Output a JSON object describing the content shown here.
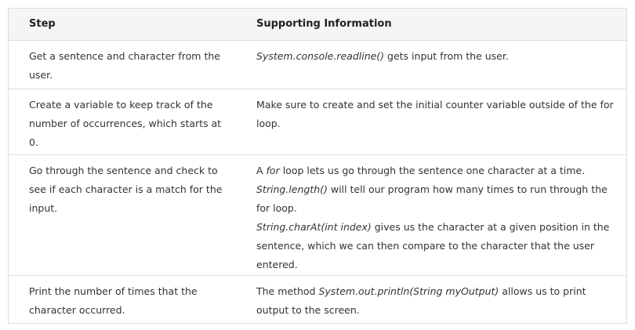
{
  "table": {
    "headers": {
      "step": "Step",
      "info": "Supporting Information"
    },
    "rows": [
      {
        "step": "Get a sentence and character from the user.",
        "info": [
          {
            "code": "System.console.readline()",
            "text": " gets input from the user."
          }
        ]
      },
      {
        "step": "Create a variable to keep track of the number of occurrences, which starts at 0.",
        "info": [
          {
            "code": "",
            "text": "Make sure to create and set the initial counter variable outside of the for loop."
          }
        ]
      },
      {
        "step": "Go through the sentence and check to see if each character is a match for the input.",
        "info": [
          {
            "pre": "A ",
            "code": "for",
            "text": " loop lets us go through the sentence one character at a time."
          },
          {
            "code": "String.length()",
            "text": " will tell our program how many times to run through the for loop."
          },
          {
            "code": "String.charAt(int index)",
            "text": " gives us the character at a given position in the sentence, which we can then compare to the character that the user entered."
          }
        ]
      },
      {
        "step": "Print the number of times that the character occurred.",
        "info": [
          {
            "pre": "The method ",
            "code": "System.out.println(String myOutput)",
            "text": " allows us to print output to the screen."
          }
        ]
      }
    ]
  }
}
